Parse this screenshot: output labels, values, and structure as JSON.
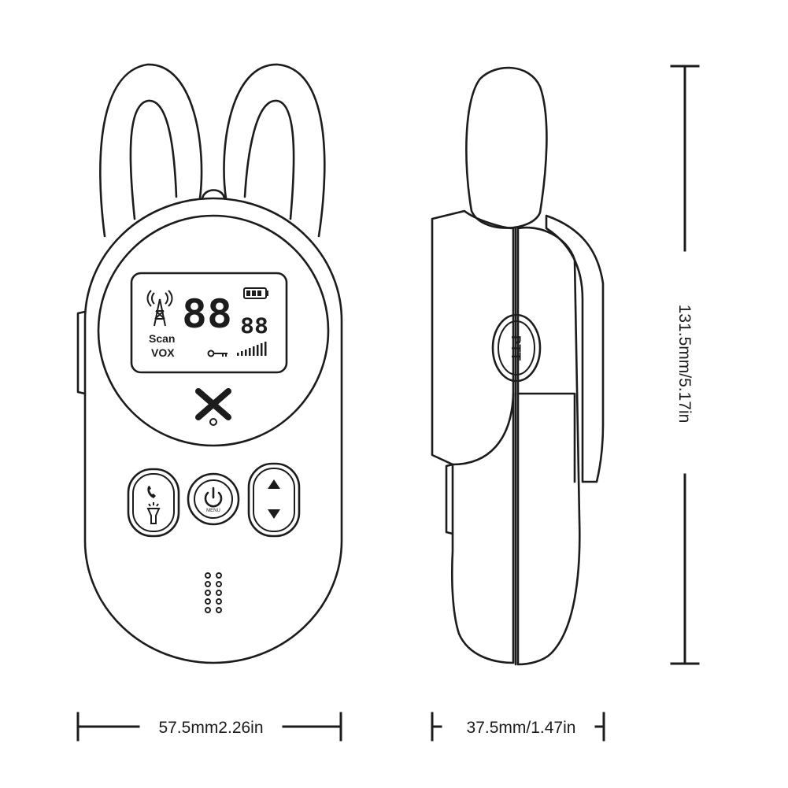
{
  "lcd": {
    "channel_digits": "88",
    "sub_digits": "88",
    "scan_label": "Scan",
    "vox_label": "VOX"
  },
  "buttons": {
    "menu_label": "MENU",
    "ptt_label": "PTT"
  },
  "dimensions": {
    "front_width": "57.5mm2.26in",
    "side_depth": "37.5mm/1.47in",
    "height": "131.5mm/5.17in"
  },
  "colors": {
    "line": "#1c1c1c",
    "background": "#ffffff"
  }
}
